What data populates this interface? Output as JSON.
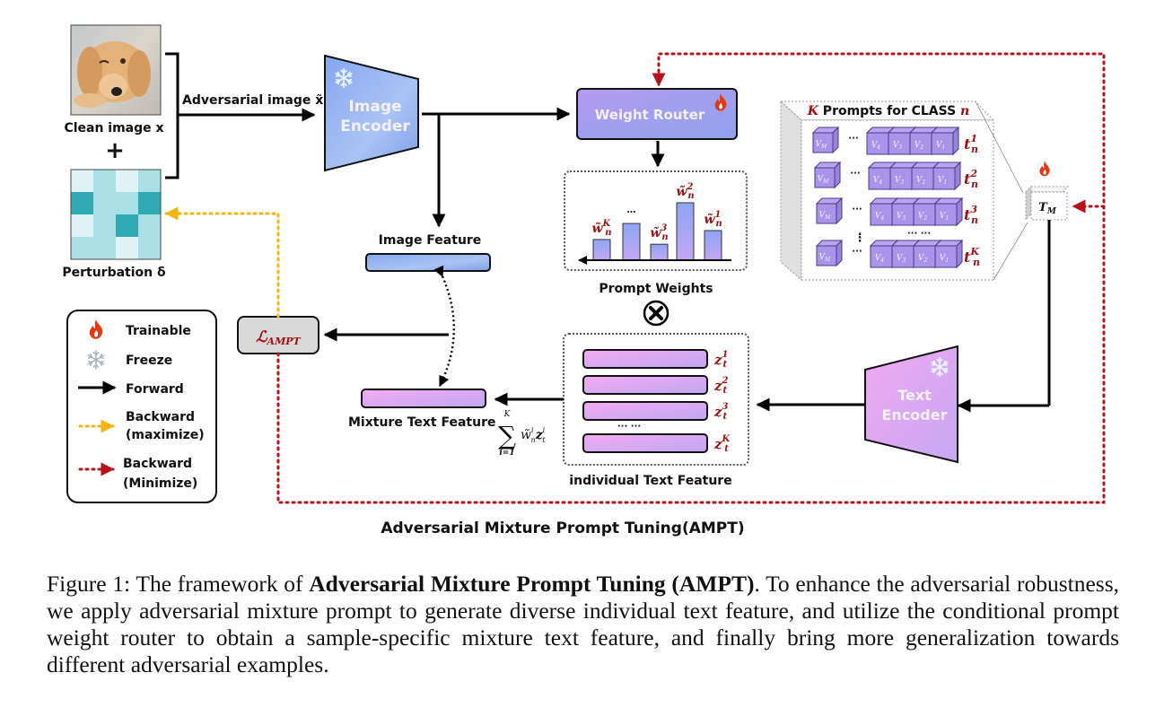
{
  "diagram": {
    "title": "Adversarial Mixture Prompt Tuning(AMPT)",
    "inputs": {
      "clean_image_label": "Clean image x",
      "plus_symbol": "+",
      "perturbation_label": "Perturbation δ",
      "adversarial_label": "Adversarial image x̃",
      "perturbation_grid": [
        [
          "#dff3f6",
          "#a9dfe5",
          "#dff3f6",
          "#a9dfe5"
        ],
        [
          "#2fa9b3",
          "#a9dfe5",
          "#a9dfe5",
          "#2fa9b3"
        ],
        [
          "#dff3f6",
          "#a9dfe5",
          "#2fa9b3",
          "#a9dfe5"
        ],
        [
          "#a9dfe5",
          "#a9dfe5",
          "#dff3f6",
          "#a9dfe5"
        ]
      ]
    },
    "image_encoder": {
      "line1": "Image",
      "line2": "Encoder",
      "state_icon": "snowflake-icon"
    },
    "image_feature_label": "Image Feature",
    "weight_router": {
      "label": "Weight Router",
      "state_icon": "flame-icon"
    },
    "prompt_weights": {
      "label": "Prompt Weights",
      "bars": [
        {
          "label": "w̃ₙᴷ",
          "base": "w̃",
          "sub": "n",
          "sup": "K",
          "relative_height": 0.35
        },
        {
          "label": "…",
          "base": "…",
          "sub": "",
          "sup": "",
          "relative_height": 0.62
        },
        {
          "label": "w̃ₙ³",
          "base": "w̃",
          "sub": "n",
          "sup": "3",
          "relative_height": 0.27
        },
        {
          "label": "w̃ₙ²",
          "base": "w̃",
          "sub": "n",
          "sup": "2",
          "relative_height": 0.97
        },
        {
          "label": "w̃ₙ¹",
          "base": "w̃",
          "sub": "n",
          "sup": "1",
          "relative_height": 0.5
        }
      ]
    },
    "multiply_symbol": "⊗",
    "prompts_box": {
      "title_k": "K",
      "title_mid": " Prompts for CLASS ",
      "title_n": "n",
      "token_vm": "V",
      "token_vm_sub": "M",
      "ellipsis": "···",
      "tokens": [
        {
          "base": "V",
          "sub": "4"
        },
        {
          "base": "V",
          "sub": "3"
        },
        {
          "base": "V",
          "sub": "2"
        },
        {
          "base": "V",
          "sub": "1"
        }
      ],
      "rows": [
        {
          "base": "t",
          "sub": "n",
          "sup": "1"
        },
        {
          "base": "t",
          "sub": "n",
          "sup": "2"
        },
        {
          "base": "t",
          "sub": "n",
          "sup": "3"
        },
        {
          "base": "t",
          "sub": "n",
          "sup": "K"
        }
      ],
      "vertical_ellipsis": "⋮",
      "row_ellipsis": "··· ···"
    },
    "tm_block": {
      "base": "T",
      "sub": "M",
      "state_icon": "flame-icon"
    },
    "text_encoder": {
      "line1": "Text",
      "line2": "Encoder",
      "state_icon": "snowflake-icon"
    },
    "individual_text_feature": {
      "label": "individual Text Feature",
      "rows": [
        {
          "base": "z",
          "sub": "t",
          "sup": "1"
        },
        {
          "base": "z",
          "sub": "t",
          "sup": "2"
        },
        {
          "base": "z",
          "sub": "t",
          "sup": "3"
        },
        {
          "base": "z",
          "sub": "t",
          "sup": "K"
        }
      ],
      "ellipsis": "··· ···"
    },
    "mixture_text_feature": {
      "label": "Mixture Text Feature",
      "sum_top": "K",
      "sum_symbol": "∑",
      "sum_bottom": "i=1",
      "sum_term_w": "w̃",
      "sum_term_w_sup": "i",
      "sum_term_w_sub": "n",
      "sum_term_z": "z",
      "sum_term_z_sup": "i",
      "sum_term_z_sub": "t"
    },
    "loss": {
      "base": "ℒ",
      "sub": "AMPT"
    },
    "legend": {
      "items": [
        {
          "icon": "flame-icon",
          "label": "Trainable"
        },
        {
          "icon": "snowflake-icon",
          "label": "Freeze"
        },
        {
          "icon": "solid-arrow-icon",
          "label": "Forward"
        },
        {
          "icon": "yellow-dotted-arrow-icon",
          "label": "Backward",
          "label2": "(maximize)"
        },
        {
          "icon": "red-dotted-arrow-icon",
          "label": "Backward",
          "label2": "(Minimize)"
        }
      ]
    },
    "colors": {
      "backward_maximize": "#f5b50f",
      "backward_minimize": "#a3111b",
      "math_red": "#a01010",
      "encoder_blue": "#8fb0f0",
      "purple": "#c6b0f5",
      "pink": "#f0a8f0"
    }
  },
  "caption": {
    "prefix": "Figure 1:  The framework of ",
    "bold": "Adversarial Mixture Prompt Tuning (AMPT)",
    "suffix": ". To enhance the adversarial robustness, we apply adversarial mixture prompt to generate diverse individual text feature, and utilize the conditional prompt weight router to obtain a sample-specific mixture text feature, and finally bring more generalization towards different adversarial examples."
  }
}
